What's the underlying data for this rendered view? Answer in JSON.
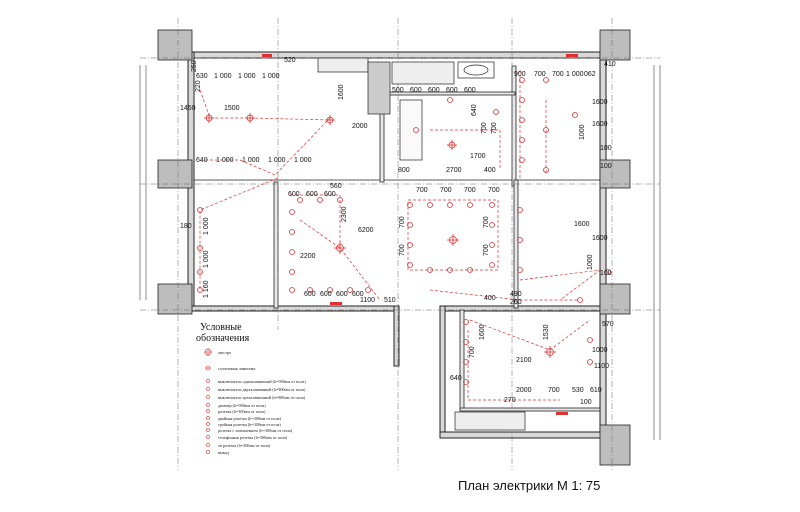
{
  "caption": "План электрики М 1: 75",
  "legend": {
    "title_line1": "Условные",
    "title_line2": "обозначения",
    "items": [
      "люстра",
      "галогенная лампочка",
      "выключатель одноклавишный (h=900мм от пола)",
      "выключатель двухклавишный (h=900мм от пола)",
      "выключатель трехклавишный (h=900мм от пола)",
      "диммер (h=900мм от пола)",
      "розетка (h=300мм от пола)",
      "двойная розетка (h=300мм от пола)",
      "тройная розетка (h=300мм от пола)",
      "розетка с заземлением (h=300мм от пола)",
      "телефонная розетка (h=300мм от пола)",
      "тв розетка (h=300мм от пола)",
      "вывод"
    ]
  },
  "dimensions": {
    "top_row": [
      "630",
      "1 000",
      "1 000",
      "1 000",
      "520"
    ],
    "left_col": [
      "220",
      "250",
      "1 000",
      "1 000",
      "1 160",
      "180"
    ],
    "hall_row": [
      "640",
      "1 000",
      "1 000",
      "1 000",
      "1 000"
    ],
    "living": [
      "1450",
      "1500",
      "2000",
      "1600"
    ],
    "kitchen_row": [
      "500",
      "600",
      "600",
      "600",
      "600"
    ],
    "small_room": [
      "640",
      "700",
      "700",
      "1700",
      "2700",
      "400",
      "800"
    ],
    "corridor": [
      "700",
      "700",
      "700",
      "700"
    ],
    "left_room": [
      "600",
      "600",
      "600",
      "2300",
      "6200",
      "2200",
      "600",
      "600",
      "600",
      "600",
      "1100",
      "510",
      "560"
    ],
    "right_top": [
      "900",
      "700",
      "700",
      "1 000",
      "062",
      "410",
      "1600",
      "100",
      "1000",
      "1600",
      "100"
    ],
    "right_mid": [
      "1600",
      "100",
      "400",
      "1000",
      "700",
      "700",
      "700",
      "700",
      "1600",
      "490",
      "260"
    ],
    "right_low": [
      "1530",
      "2100",
      "1000",
      "640",
      "700",
      "1600",
      "2000",
      "700",
      "530",
      "610",
      "270",
      "100",
      "1100",
      "570"
    ]
  }
}
